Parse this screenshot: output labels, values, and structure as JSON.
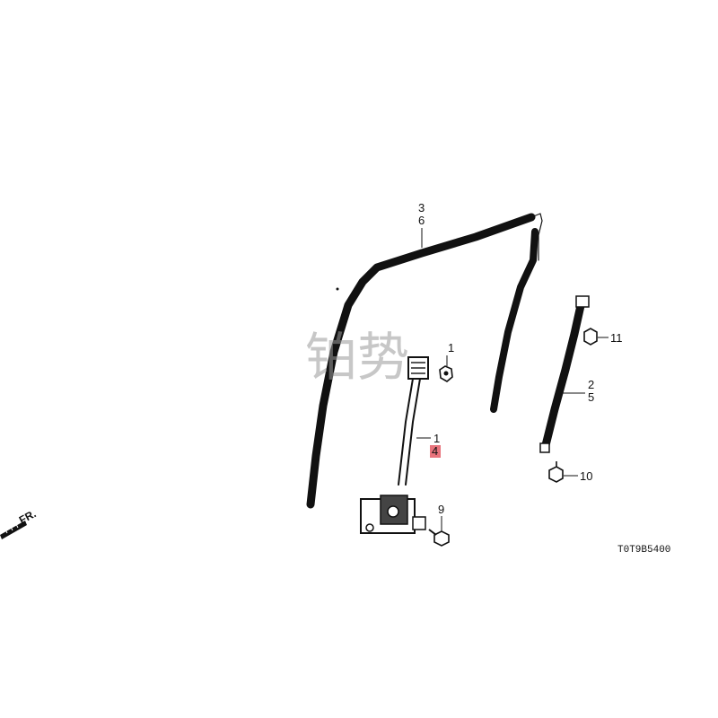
{
  "diagram": {
    "drawing_code": "T0T9B5400",
    "direction_label": "FR.",
    "watermark": "铂势",
    "callouts": {
      "run_channel": [
        "3",
        "6"
      ],
      "bolt_top": "1",
      "regulator": [
        "1",
        "4"
      ],
      "bolt_bottom": "9",
      "nut": "11",
      "sash": [
        "2",
        "5"
      ],
      "screw": "10"
    },
    "highlight_color": "#e8737c"
  }
}
